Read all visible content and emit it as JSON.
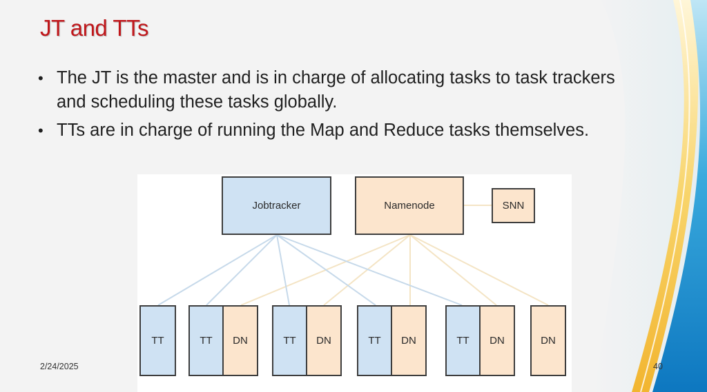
{
  "slide": {
    "title": "JT and TTs",
    "bullets": [
      "The JT is the master and is in charge of allocating tasks to task trackers and scheduling these tasks globally.",
      "TTs are in charge of running the Map and Reduce tasks themselves."
    ],
    "date": "2/24/2025",
    "page_number": "40"
  },
  "diagram": {
    "top_nodes": {
      "jobtracker": "Jobtracker",
      "namenode": "Namenode",
      "snn": "SNN"
    },
    "worker_labels": [
      "TT",
      "TT",
      "DN",
      "TT",
      "DN",
      "TT",
      "DN",
      "TT",
      "DN",
      "DN"
    ]
  },
  "colors": {
    "title": "#c0171b",
    "tt_fill": "#cfe2f3",
    "dn_fill": "#fce5cd",
    "tt_edge": "#c6d9ea",
    "dn_edge": "#f4e4c4"
  }
}
